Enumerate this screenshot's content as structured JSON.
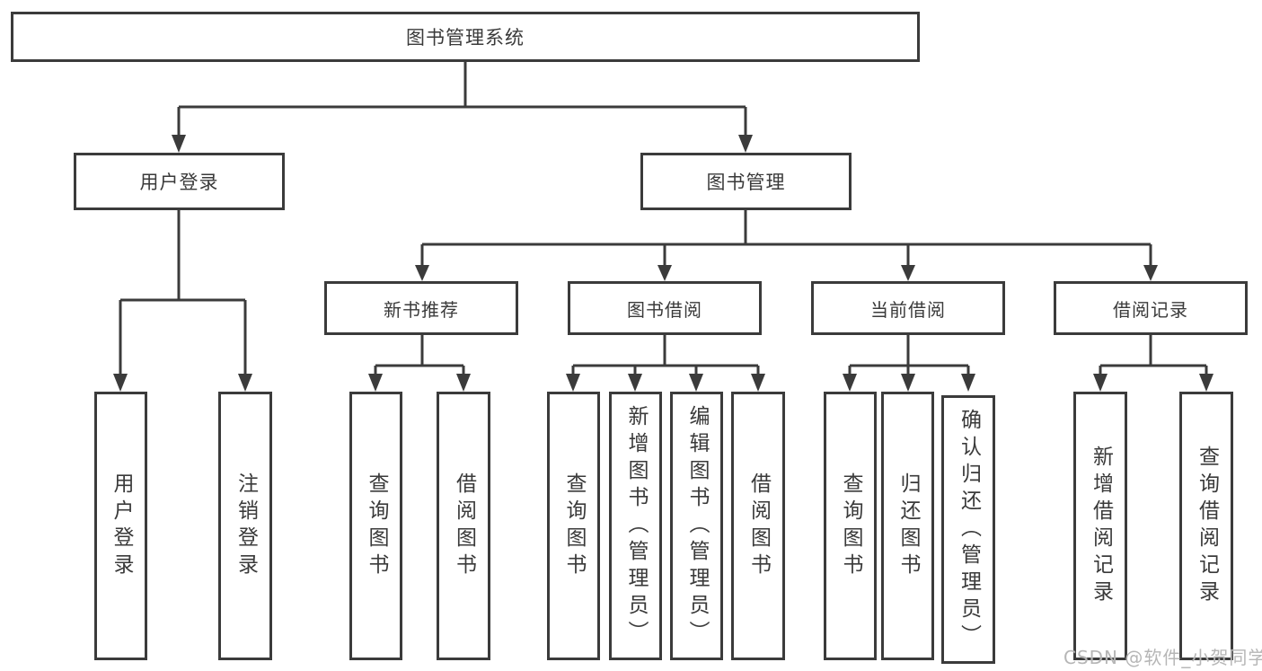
{
  "tree": {
    "root": "图书管理系统",
    "branches": [
      {
        "label": "用户登录",
        "children": [
          "用户登录",
          "注销登录"
        ]
      },
      {
        "label": "图书管理",
        "sections": [
          {
            "label": "新书推荐",
            "children": [
              "查询图书",
              "借阅图书"
            ]
          },
          {
            "label": "图书借阅",
            "children": [
              "查询图书",
              "新增图书（管理员）",
              "编辑图书（管理员）",
              "借阅图书"
            ]
          },
          {
            "label": "当前借阅",
            "children": [
              "查询图书",
              "归还图书",
              "确认归还（管理员）"
            ]
          },
          {
            "label": "借阅记录",
            "children": [
              "新增借阅记录",
              "查询借阅记录"
            ]
          }
        ]
      }
    ]
  },
  "watermark": "CSDN @软件_小贺同学",
  "colors": {
    "line": "#3b3b3b",
    "text": "#3a3a3a",
    "background": "#ffffff",
    "watermark": "#b2b2b2"
  }
}
